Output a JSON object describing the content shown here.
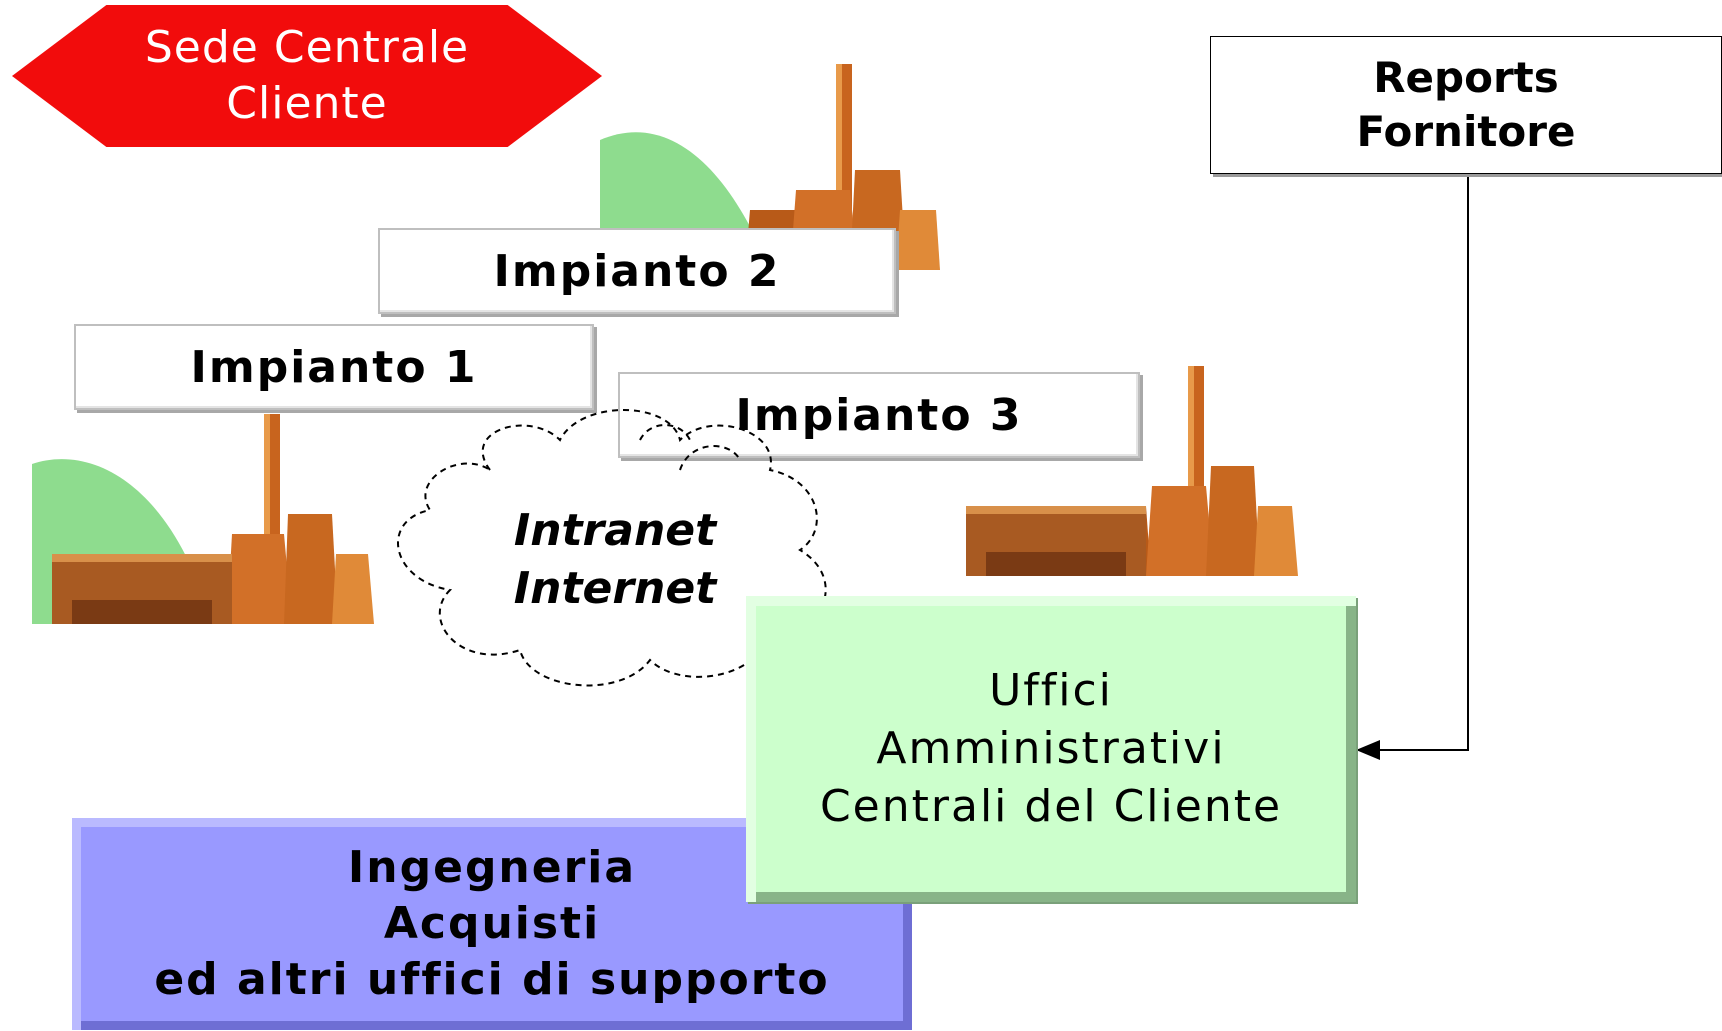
{
  "sede": {
    "line1": "Sede Centrale",
    "line2": "Cliente"
  },
  "reports": {
    "line1": "Reports",
    "line2": "Fornitore"
  },
  "plants": {
    "p1": "Impianto 1",
    "p2": "Impianto 2",
    "p3": "Impianto 3"
  },
  "network": {
    "line1": "Intranet",
    "line2": "Internet"
  },
  "uffici": {
    "line1": "Uffici",
    "line2": "Amministrativi",
    "line3": "Centrali del Cliente"
  },
  "ingegneria": {
    "line1": "Ingegneria",
    "line2": "Acquisti",
    "line3": "ed altri uffici di supporto"
  },
  "colors": {
    "hexagon": "#f20c0c",
    "uffici": "#ccffcc",
    "ingegneria": "#9999ff",
    "factory": "#c8641e",
    "hill": "#8edc8e"
  },
  "icons": [
    "factory-icon",
    "cloud-icon",
    "arrow-icon"
  ]
}
